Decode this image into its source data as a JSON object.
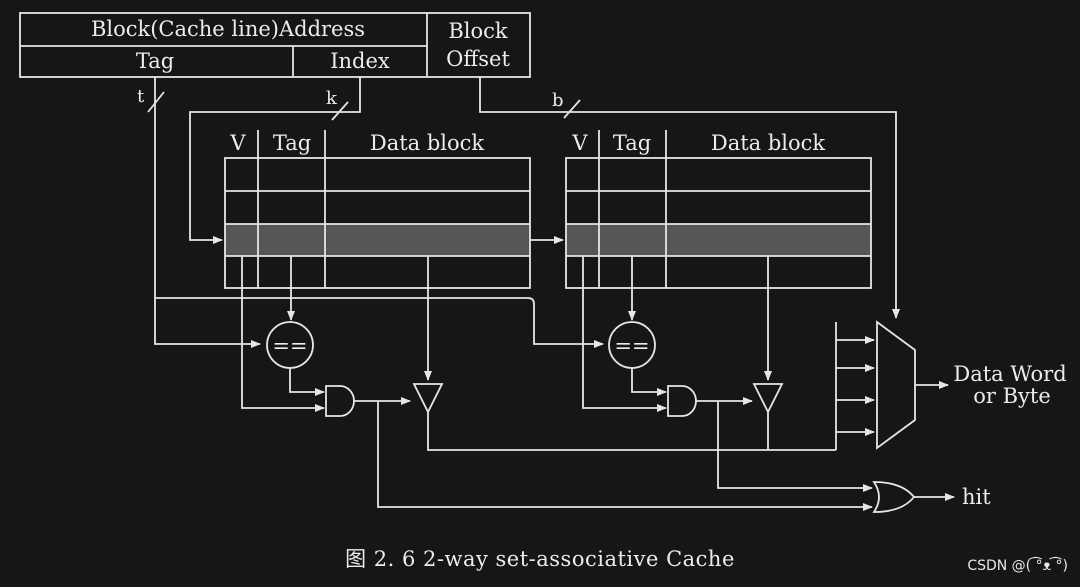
{
  "address": {
    "block_address_label": "Block(Cache line)Address",
    "tag_label": "Tag",
    "index_label": "Index",
    "block_offset_line1": "Block",
    "block_offset_line2": "Offset"
  },
  "bus_widths": {
    "tag": "t",
    "index": "k",
    "offset": "b"
  },
  "ways": [
    {
      "v_label": "V",
      "tag_label": "Tag",
      "data_label": "Data block"
    },
    {
      "v_label": "V",
      "tag_label": "Tag",
      "data_label": "Data block"
    }
  ],
  "comparator_symbol": "==",
  "output": {
    "line1": "Data Word",
    "line2": "or Byte",
    "hit_label": "hit"
  },
  "caption": "图 2. 6   2-way set-associative Cache",
  "watermark": "CSDN @( ͡°ᴥ ͡°)",
  "colors": {
    "background": "#161616",
    "line": "#e6e6e6",
    "selected_row": "#6c6c6c"
  }
}
